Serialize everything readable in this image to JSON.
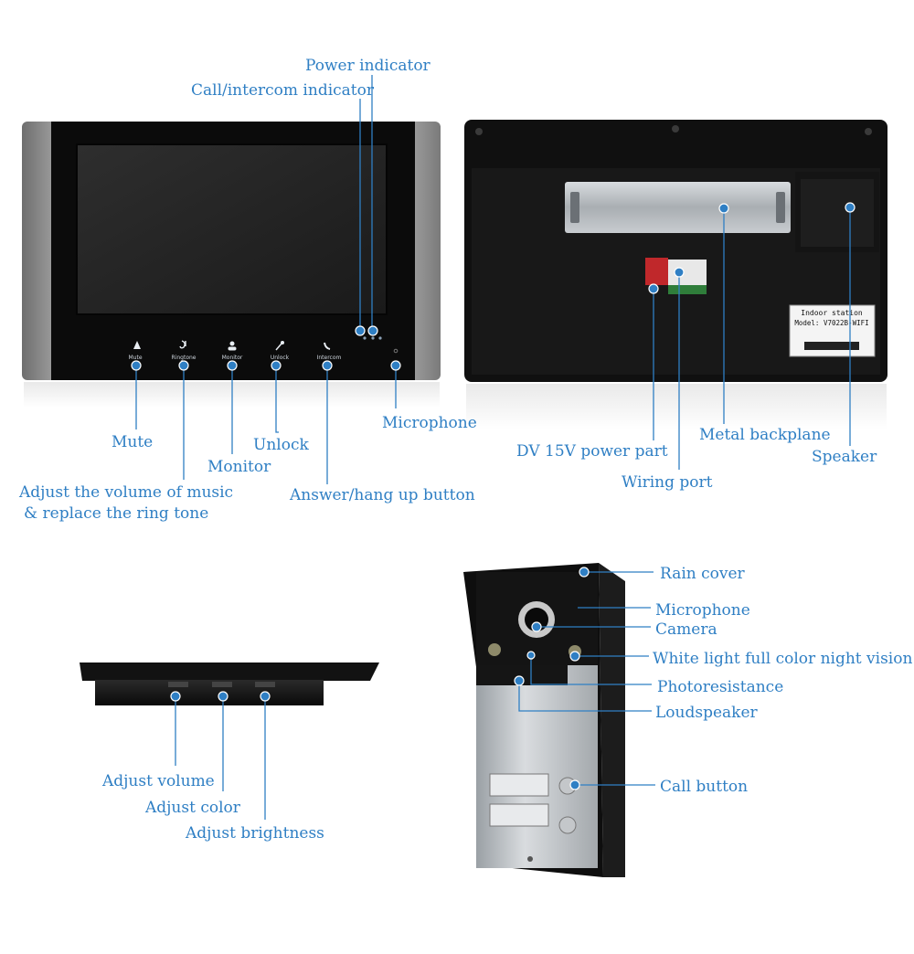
{
  "colors": {
    "label": "#2f7fc4",
    "leader": "#2f7fc4",
    "device": "#0b0b0b"
  },
  "front_panel": {
    "labels": {
      "power_indicator": "Power indicator",
      "call_indicator": "Call/intercom indicator",
      "mute": "Mute",
      "volume_ringtone_line1": "Adjust the volume of music",
      "volume_ringtone_line2": "& replace the ring tone",
      "monitor": "Monitor",
      "unlock": "Unlock",
      "answer": "Answer/hang up button",
      "microphone": "Microphone"
    },
    "button_texts": {
      "mute": "Mute",
      "ringtone": "Ringtone",
      "monitor": "Monitor",
      "unlock": "Unlock",
      "intercom": "Intercom"
    }
  },
  "back_panel": {
    "labels": {
      "power_part": "DV 15V power part",
      "wiring_port": "Wiring port",
      "metal_backplane": "Metal backplane",
      "speaker": "Speaker"
    },
    "nameplate": {
      "title": "Indoor station",
      "model": "Model: V7022B-WIFI"
    }
  },
  "side_panel": {
    "labels": {
      "adjust_volume": "Adjust volume",
      "adjust_color": "Adjust color",
      "adjust_brightness": "Adjust brightness"
    }
  },
  "door_station": {
    "labels": {
      "rain_cover": "Rain cover",
      "microphone": "Microphone",
      "camera": "Camera",
      "night_vision": "White light full color night vision",
      "photoresistance": "Photoresistance",
      "loudspeaker": "Loudspeaker",
      "call_button": "Call button"
    }
  }
}
